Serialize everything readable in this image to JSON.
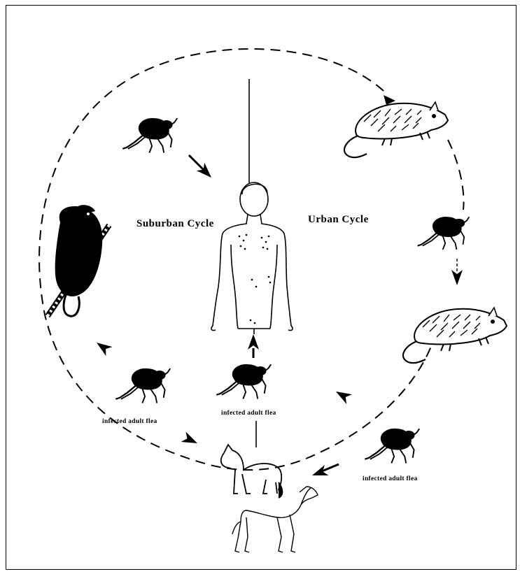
{
  "labels": {
    "suburban_cycle": "Suburban Cycle",
    "urban_cycle": "Urban Cycle",
    "flea_label_left": "infected adult flea",
    "flea_label_center": "infected adult flea",
    "flea_label_right": "infected adult flea"
  },
  "icons": [
    "human-figure-icon",
    "rat-icon",
    "flea-icon",
    "squirrel-icon",
    "cat-icon",
    "dog-icon",
    "arrowhead-icon"
  ],
  "colors": {
    "ink": "#000000",
    "paper": "#ffffff"
  }
}
